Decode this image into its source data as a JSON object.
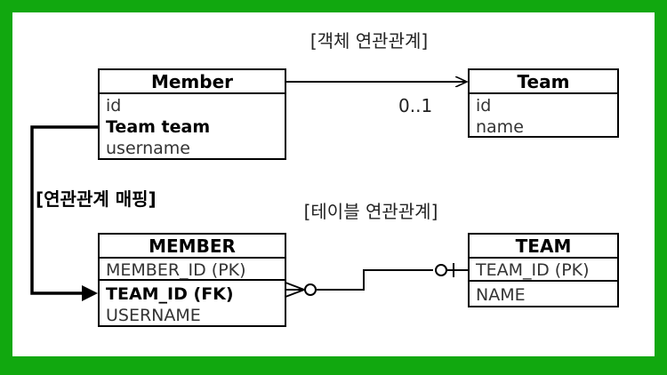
{
  "captions": {
    "object_relation": "[객체 연관관계]",
    "mapping": "[연관관계 매핑]",
    "table_relation": "[테이블 연관관계]"
  },
  "member_class": {
    "title": "Member",
    "attributes": [
      "id",
      "Team team",
      "username"
    ]
  },
  "team_class": {
    "title": "Team",
    "attributes": [
      "id",
      "name"
    ]
  },
  "association": {
    "multiplicity": "0..1"
  },
  "member_table": {
    "title": "MEMBER",
    "pk": "MEMBER_ID (PK)",
    "columns": [
      "TEAM_ID (FK)",
      "USERNAME"
    ]
  },
  "team_table": {
    "title": "TEAM",
    "pk": "TEAM_ID (PK)",
    "columns": [
      "NAME"
    ]
  },
  "colors": {
    "frame": "#11a80f",
    "line": "#000000"
  }
}
